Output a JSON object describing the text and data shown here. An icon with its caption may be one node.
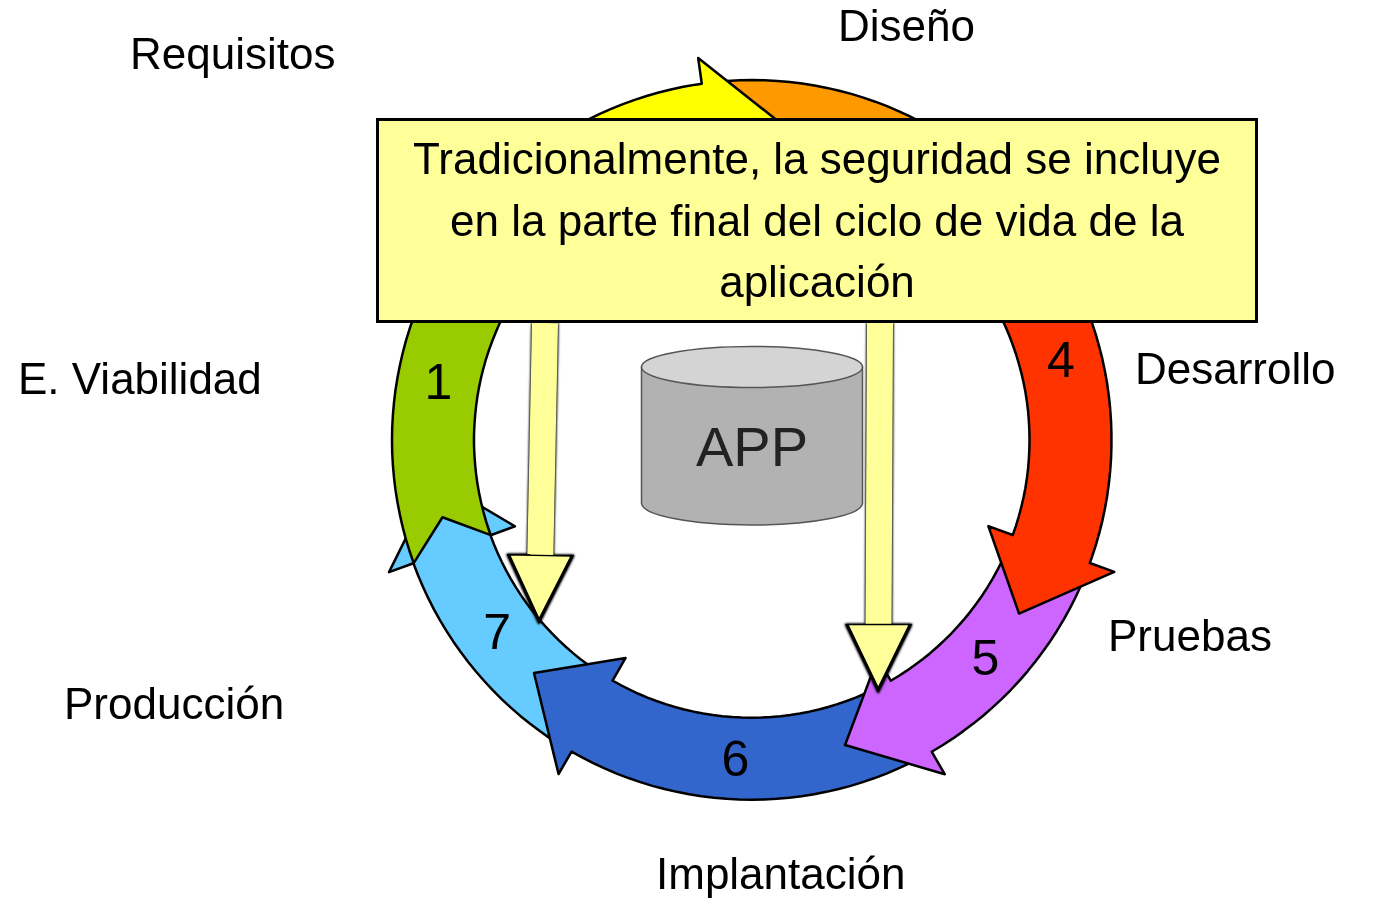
{
  "diagram": {
    "nodes": [
      {
        "text": [
          "1"
        ],
        "beside": [
          "E. Viabilidad"
        ]
      },
      {
        "text": [],
        "shape": "arrow"
      },
      {
        "text": [],
        "shape": "arrow",
        "beside": [
          "Diseño"
        ]
      },
      {
        "text": [
          "4"
        ],
        "beside": [
          "Desarrollo"
        ]
      },
      {
        "text": [
          "5"
        ],
        "beside": [
          "Pruebas"
        ]
      },
      {
        "text": [
          "6"
        ],
        "beside": [
          "Implantación"
        ]
      },
      {
        "text": [
          "7"
        ],
        "beside": [
          "Producción"
        ]
      },
      {
        "text": [
          "APP"
        ]
      },
      {
        "text": [
          "Tradicionalmente, la seguridad se incluye en la parte final del ciclo de vida de la aplicación"
        ]
      }
    ],
    "edges": [
      {
        "from": 8,
        "to": 6,
        "arrow": "to"
      },
      {
        "from": 8,
        "to": 5,
        "arrow": "to"
      }
    ],
    "labels": [
      "Requisitos"
    ]
  }
}
